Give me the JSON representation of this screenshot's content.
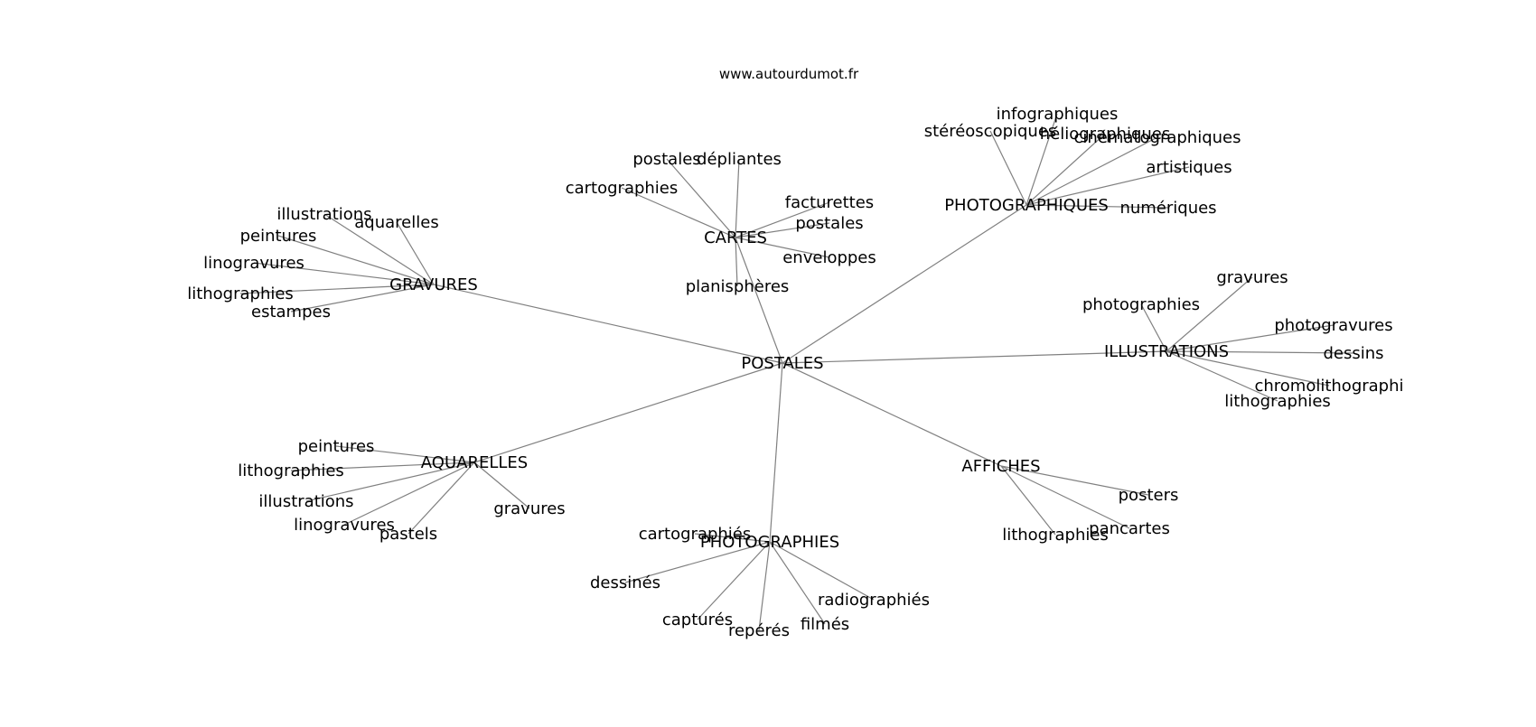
{
  "site_url": "www.autourdumot.fr",
  "center": "POSTALES",
  "groups": [
    {
      "id": "cartes",
      "label": "CARTES",
      "children": [
        "postales",
        "dépliantes",
        "cartographies",
        "facturettes",
        "postales",
        "enveloppes",
        "planisphères"
      ]
    },
    {
      "id": "photographiques",
      "label": "PHOTOGRAPHIQUES",
      "children": [
        "infographiques",
        "stéréoscopiques",
        "héliographiques",
        "cinématographiques",
        "artistiques",
        "numériques"
      ]
    },
    {
      "id": "gravures",
      "label": "GRAVURES",
      "children": [
        "illustrations",
        "aquarelles",
        "peintures",
        "linogravures",
        "lithographies",
        "estampes"
      ]
    },
    {
      "id": "illustrations",
      "label": "ILLUSTRATIONS",
      "children": [
        "gravures",
        "photographies",
        "photogravures",
        "dessins",
        "chromolithographi",
        "lithographies"
      ]
    },
    {
      "id": "aquarelles",
      "label": "AQUARELLES",
      "children": [
        "peintures",
        "lithographies",
        "illustrations",
        "linogravures",
        "pastels",
        "gravures"
      ]
    },
    {
      "id": "affiches",
      "label": "AFFICHES",
      "children": [
        "posters",
        "pancartes",
        "lithographies"
      ]
    },
    {
      "id": "photographies",
      "label": "PHOTOGRAPHIES",
      "children": [
        "cartographiés",
        "dessinés",
        "capturés",
        "repérés",
        "filmés",
        "radiographiés"
      ]
    }
  ]
}
